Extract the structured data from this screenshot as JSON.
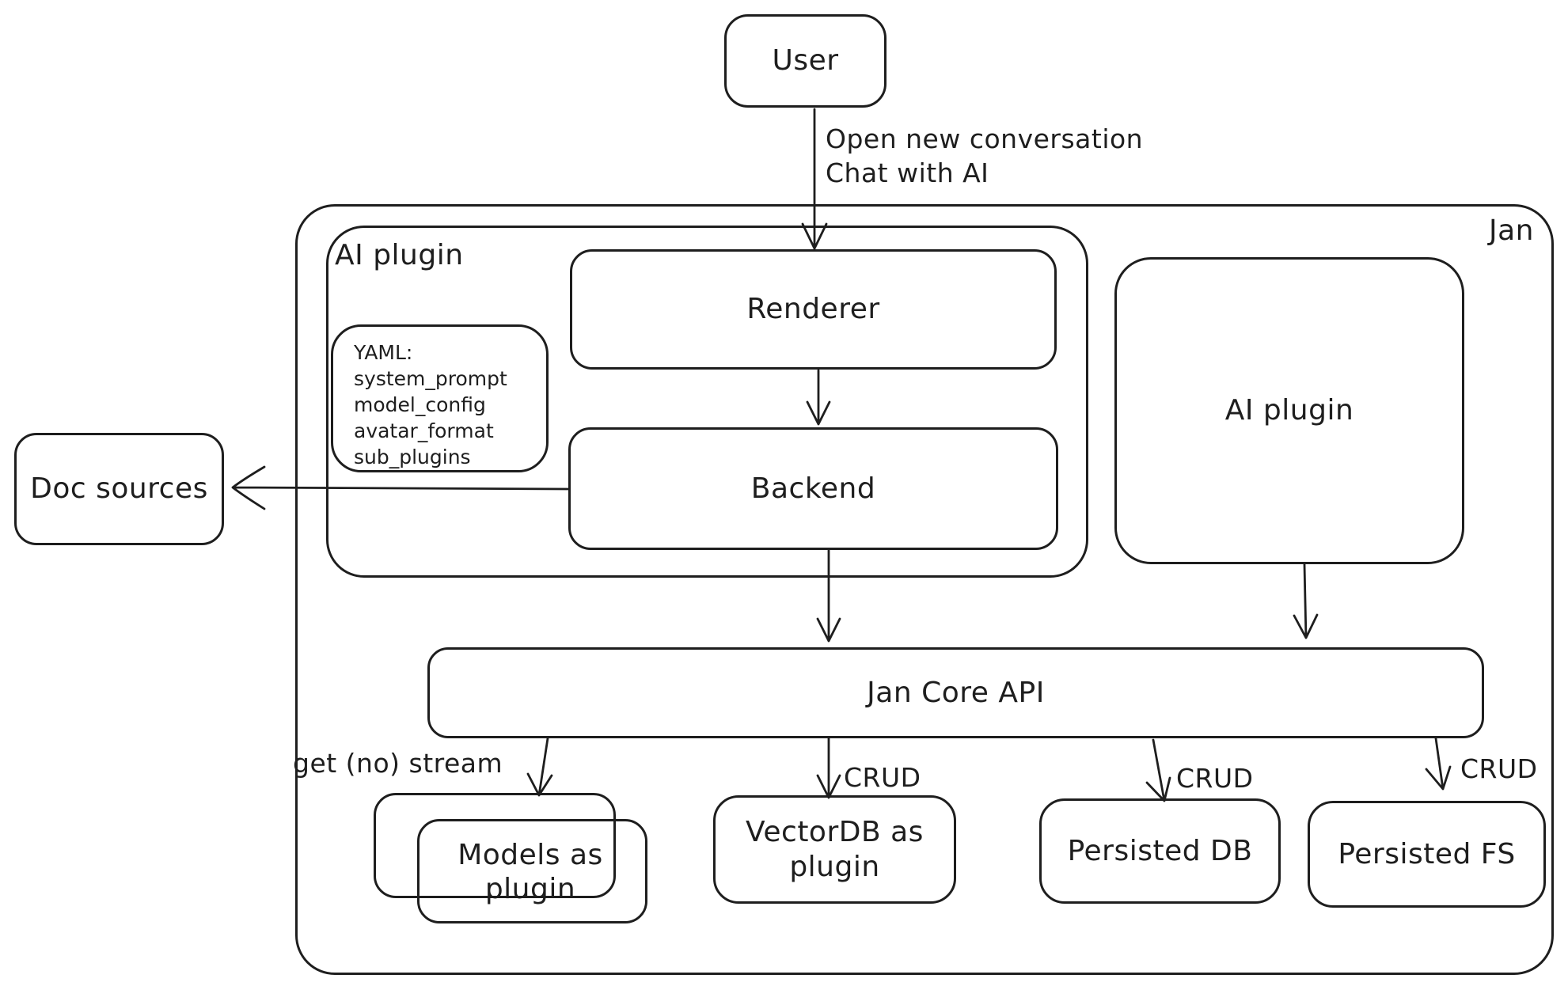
{
  "diagram": {
    "colors": {
      "stroke": "#1e1e1e",
      "background": "#ffffff"
    },
    "nodes": {
      "user": "User",
      "jan": "Jan",
      "ai_plugin_group": "AI plugin",
      "renderer": "Renderer",
      "backend": "Backend",
      "ai_plugin_right": "AI plugin",
      "doc_sources": "Doc sources",
      "jan_core_api": "Jan Core API",
      "models_as_plugin": "Models as plugin",
      "vectordb_as_plugin": "VectorDB as plugin",
      "persisted_db": "Persisted DB",
      "persisted_fs": "Persisted FS",
      "yaml_note": {
        "lines": [
          "YAML:",
          "system_prompt",
          "model_config",
          "avatar_format",
          "sub_plugins"
        ]
      }
    },
    "edge_labels": {
      "user_action_lines": [
        "Open new conversation",
        "Chat with AI"
      ],
      "api_to_models": "get (no) stream",
      "api_to_vectordb": "CRUD",
      "api_to_persisted_db": "CRUD",
      "api_to_persisted_fs": "CRUD"
    }
  }
}
